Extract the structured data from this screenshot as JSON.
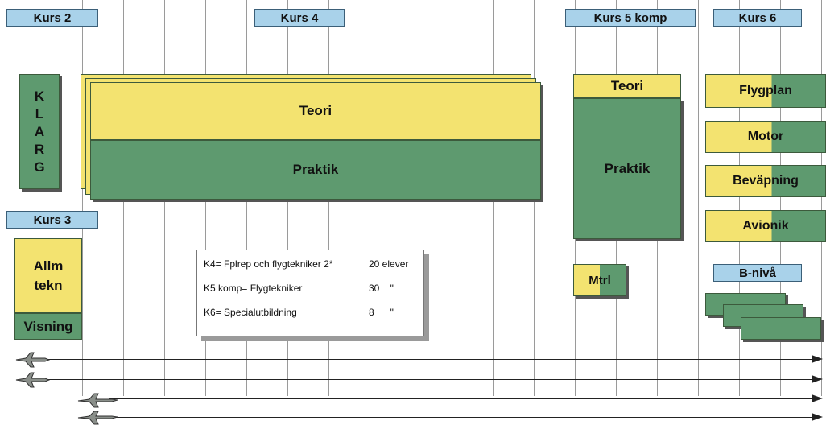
{
  "courses": {
    "kurs2": "Kurs 2",
    "kurs3": "Kurs 3",
    "kurs4": "Kurs 4",
    "kurs5": "Kurs 5 komp",
    "kurs6": "Kurs 6"
  },
  "klarg_letters": [
    "K",
    "L",
    "A",
    "R",
    "G"
  ],
  "kurs3_blocks": {
    "allm_line1": "Allm",
    "allm_line2": "tekn",
    "visning": "Visning"
  },
  "kurs4_blocks": {
    "teori": "Teori",
    "praktik": "Praktik"
  },
  "kurs5_blocks": {
    "teori": "Teori",
    "praktik": "Praktik",
    "mtrl": "Mtrl"
  },
  "kurs6_blocks": {
    "flygplan": "Flygplan",
    "motor": "Motor",
    "bevapning": "Beväpning",
    "avionik": "Avionik",
    "b_niva": "B-nivå"
  },
  "legend": [
    {
      "label": "K4= Fplrep och flygtekniker 2*",
      "value": "20 elever"
    },
    {
      "label": "K5 komp= Flygtekniker",
      "value": "30    \""
    },
    {
      "label": "K6= Specialutbildning",
      "value": "8      \""
    }
  ],
  "colors": {
    "green": "#5e9a6f",
    "yellow": "#f3e370",
    "label_blue": "#a9d2ea"
  },
  "icons": [
    "jet-aircraft-icon",
    "arrow-right-icon"
  ]
}
